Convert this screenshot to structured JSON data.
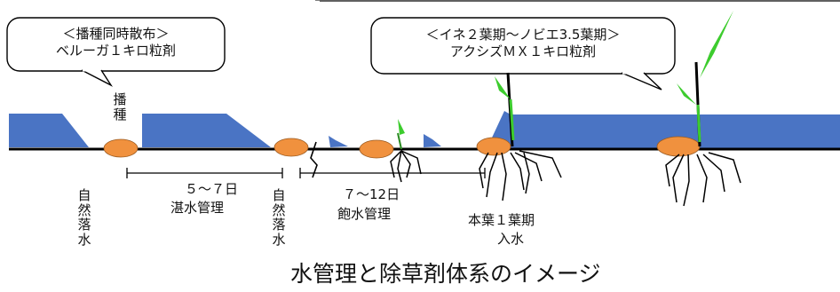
{
  "bubble1": {
    "line1": "＜播種同時散布＞",
    "line2": "ベルーガ１キロ粒剤"
  },
  "bubble2": {
    "line1": "＜イネ２葉期～ノビエ3.5葉期＞",
    "line2": "アクシズＭＸ１キロ粒剤"
  },
  "sowing": {
    "chars": [
      "播",
      "種"
    ]
  },
  "natural_drain_1": {
    "chars": [
      "自",
      "然",
      "落",
      "水"
    ]
  },
  "natural_drain_2": {
    "chars": [
      "自",
      "然",
      "落",
      "水"
    ]
  },
  "period1": {
    "days": "５～７日",
    "mode": "湛水管理"
  },
  "period2": {
    "days": "７～12日",
    "mode": "飽水管理"
  },
  "flood_stage": {
    "line1": "本葉１葉期",
    "line2": "入水"
  },
  "caption": "水管理と除草剤体系のイメージ",
  "colors": {
    "water": "#4a74c4",
    "seed": "#f0913e",
    "leaf": "#3dcc2e",
    "ground": "#000000"
  }
}
